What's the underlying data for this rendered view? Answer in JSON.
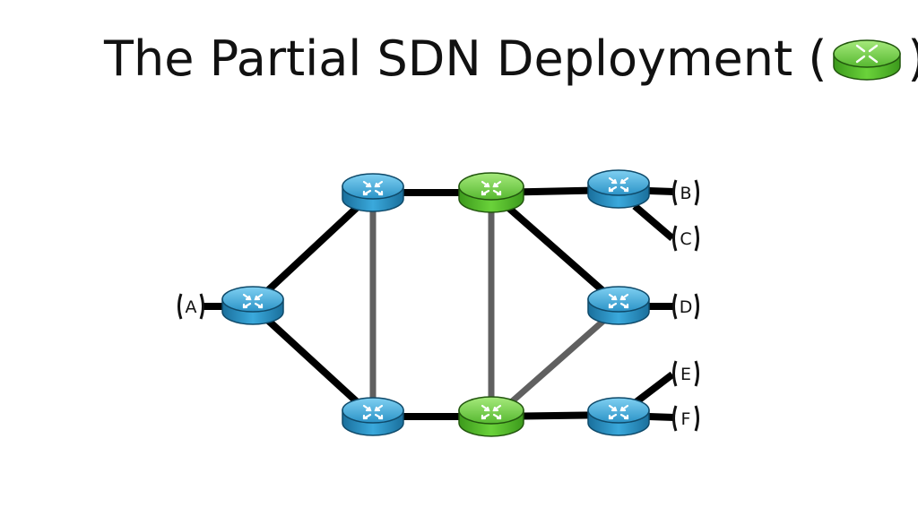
{
  "slide": {
    "title_text": "The Partial SDN Deployment (",
    "title_close": ")"
  },
  "colors": {
    "legacy_router": "#2d9fd3",
    "sdn_router": "#5cc22d",
    "primary_link": "#000000",
    "secondary_link": "#606060"
  },
  "hosts": [
    "A",
    "B",
    "C",
    "D",
    "E",
    "F"
  ]
}
